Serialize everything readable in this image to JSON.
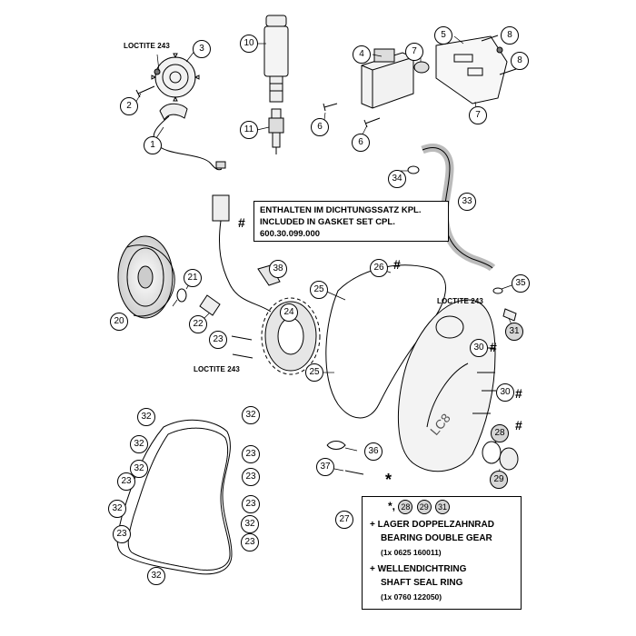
{
  "callouts": {
    "c1": "1",
    "c2": "2",
    "c3": "3",
    "c4": "4",
    "c5": "5",
    "c6a": "6",
    "c6b": "6",
    "c7a": "7",
    "c7b": "7",
    "c8a": "8",
    "c8b": "8",
    "c10": "10",
    "c11": "11",
    "c20": "20",
    "c21": "21",
    "c22": "22",
    "c23a": "23",
    "c24": "24",
    "c25a": "25",
    "c25b": "25",
    "c26": "26",
    "c27": "27",
    "c28": "28",
    "c29": "29",
    "c30": "30",
    "c31": "31",
    "c32a": "32",
    "c32b": "32",
    "c32c": "32",
    "c32d": "32",
    "c32e": "32",
    "c32f": "32",
    "c32g": "32",
    "c23b": "23",
    "c23c": "23",
    "c23d": "23",
    "c23e": "23",
    "c23f": "23",
    "c33": "33",
    "c34": "34",
    "c35": "35",
    "c36": "36",
    "c37": "37",
    "c38": "38"
  },
  "labels": {
    "loctite_top": "LOCTITE 243",
    "loctite_mid": "LOCTITE 243",
    "loctite_right": "LOCTITE 243"
  },
  "marks": {
    "hash": "#",
    "star": "*"
  },
  "gasket_box": {
    "line1": "ENTHALTEN IM DICHTUNGSSATZ KPL.",
    "line2": "INCLUDED IN GASKET SET CPL.",
    "line3": "600.30.099.000"
  },
  "kit_box": {
    "header_star": "*,",
    "header_c1": "28",
    "header_c2": "29",
    "header_c3": "31",
    "line1": "+ LAGER DOPPELZAHNRAD",
    "line2": "BEARING  DOUBLE GEAR",
    "line3": "(1x  0625 160011)",
    "line4": "+ WELLENDICHTRING",
    "line5": "SHAFT SEAL RING",
    "line6": "(1x  0760 122050)"
  }
}
